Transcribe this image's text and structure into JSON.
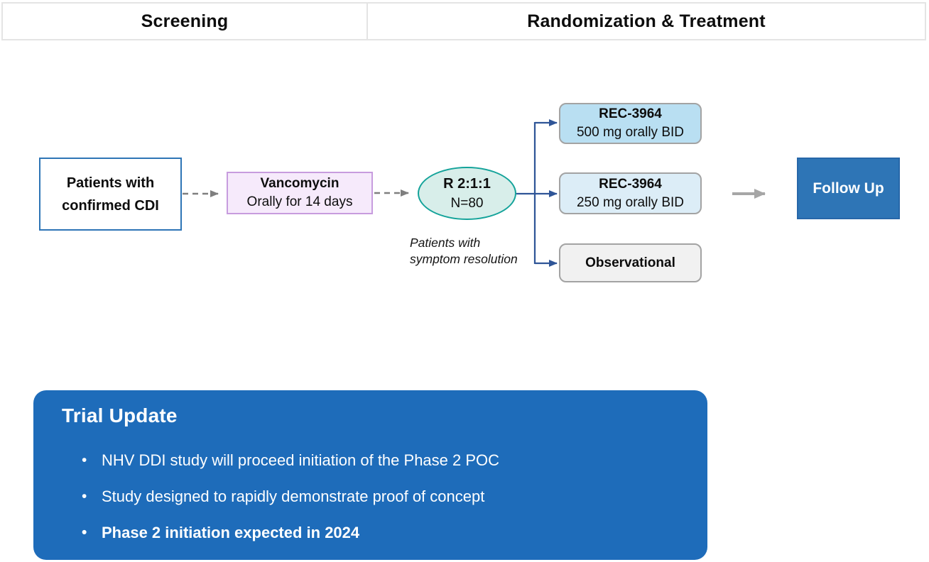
{
  "header": {
    "phases": [
      {
        "label": "Screening"
      },
      {
        "label": "Randomization & Treatment"
      }
    ]
  },
  "flow": {
    "patients_box": {
      "line1": "Patients with",
      "line2": "confirmed CDI"
    },
    "vancomycin_box": {
      "title": "Vancomycin",
      "subtitle": "Orally for 14 days"
    },
    "randomization_ellipse": {
      "line1": "R 2:1:1",
      "line2": "N=80"
    },
    "symptom_note": {
      "line1": "Patients with",
      "line2": "symptom resolution"
    },
    "arms": [
      {
        "title": "REC-3964",
        "subtitle": "500 mg orally BID"
      },
      {
        "title": "REC-3964",
        "subtitle": "250 mg orally BID"
      },
      {
        "title": "Observational",
        "subtitle": ""
      }
    ],
    "followup_box": {
      "label": "Follow Up"
    }
  },
  "trial_update": {
    "title": "Trial Update",
    "bullets": [
      {
        "text": "NHV DDI study will proceed initiation of the Phase 2 POC",
        "bold": false
      },
      {
        "text": "Study designed to rapidly demonstrate proof of concept",
        "bold": false
      },
      {
        "text": "Phase 2 initiation expected in 2024",
        "bold": true
      }
    ]
  },
  "colors": {
    "header_border": "#E4E4E4",
    "patients_border": "#2E75B6",
    "vancomycin_fill": "#F6EAFB",
    "vancomycin_border": "#C79CDE",
    "ellipse_fill": "#D8EEEA",
    "ellipse_border": "#14A39A",
    "arm_500_fill": "#B9DFF2",
    "arm_250_fill": "#DCEDF7",
    "observational_fill": "#F1F1F1",
    "arm_border": "#A3A3A3",
    "connector_blue": "#2F5597",
    "connector_gray": "#7F7F7F",
    "big_arrow_gray": "#A6A6A6",
    "followup_fill": "#2E75B6",
    "trial_update_fill": "#1E6CBA"
  }
}
